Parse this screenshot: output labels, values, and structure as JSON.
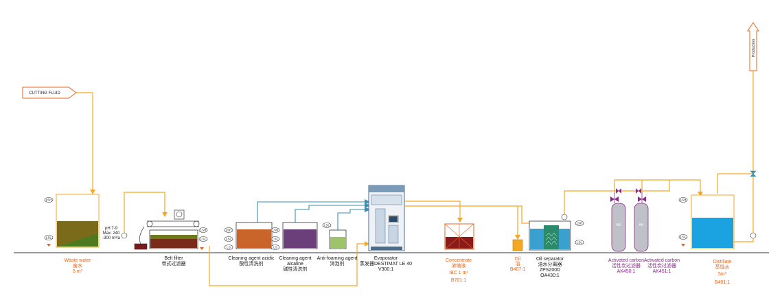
{
  "colors": {
    "pipe_orange": "#f5a623",
    "pipe_blue": "#3a8fb7",
    "label_orange": "#e8651d",
    "label_purple": "#8a2a8a",
    "water_blue": "#1aa3e0",
    "wastewater": "#7a6b1a",
    "acid": "#c9652a",
    "alkaline": "#6b3f7a",
    "antifoam": "#9ec46a",
    "concentrate": "#8b1a1a",
    "oil": "#f5a623"
  },
  "inputs": {
    "cutting_fluid": "CUTTING FLUID",
    "production": "Production"
  },
  "waste_water": {
    "name": "Waste water",
    "name_cn": "废水",
    "volume": "5 m³",
    "params": [
      "pH 7-9",
      "Max. 240",
      "-300 m³/a"
    ]
  },
  "belt_filter": {
    "name": "Belt filter",
    "name_cn": "带式过滤器"
  },
  "cleaning_acidic": {
    "name": "Cleaning agent acidic",
    "name_cn": "酸性清洗剂"
  },
  "cleaning_alkaline": {
    "name1": "Cleaning agent",
    "name2": "alcaline",
    "name_cn": "碱性清洗剂"
  },
  "antifoam": {
    "name": "Anti-foaming agent",
    "name_cn": "消泡剂"
  },
  "evaporator": {
    "name": "Evaporator",
    "name_cn": "蒸发器DESTIMAT LE 40",
    "code": "V300:1"
  },
  "concentrate": {
    "name": "Concentrate",
    "name_cn": "浓缩液",
    "container": "IBC 1 m³",
    "code": "B701:1"
  },
  "oil": {
    "name": "Oil",
    "name_cn": "油",
    "code": "B407:1"
  },
  "oil_separator": {
    "name": "Oil separator",
    "name_cn": "油水分离器",
    "model": "ZPS200D",
    "code": "OA430:1"
  },
  "carbon1": {
    "name": "Activated carbon",
    "name_cn": "活性炭过滤器",
    "code": "AK450:1",
    "tag": "AK"
  },
  "carbon2": {
    "name": "Activated carbon",
    "name_cn": "活性炭过滤器",
    "code": "AK451:1",
    "tag": "AK"
  },
  "distillate": {
    "name": "Distillate",
    "name_cn": "蒸馏水",
    "volume": "5m³",
    "code": "B401:1"
  },
  "sensors": {
    "lsh": "LSH",
    "lsl": "LSL",
    "ls": "LS"
  }
}
